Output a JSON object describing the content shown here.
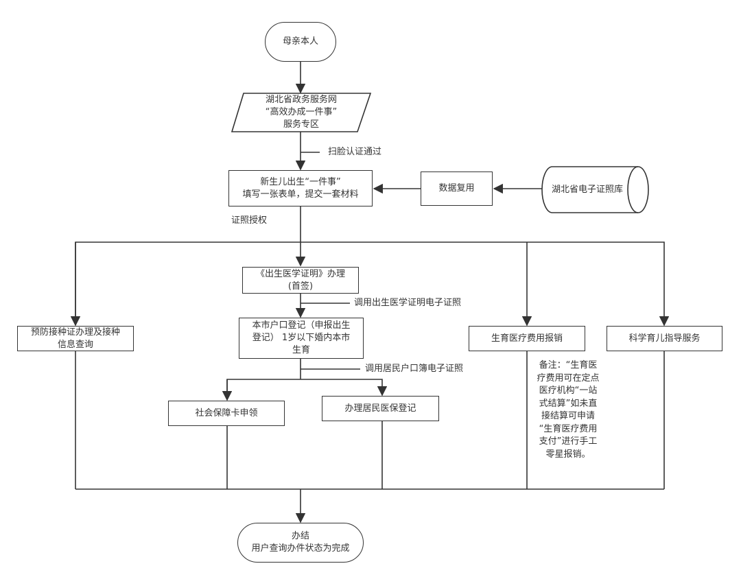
{
  "nodes": {
    "start": "母亲本人",
    "portal": [
      "湖北省政务服务网",
      "“高效办成一件事”",
      "服务专区"
    ],
    "form": [
      "新生儿出生“一件事”",
      "填写一张表单，提交一套材料"
    ],
    "reuse": "数据复用",
    "database": "湖北省电子证照库",
    "birth_cert": [
      "《出生医学证明》办理",
      "(首签)"
    ],
    "household": [
      "本市户口登记（申报出生",
      "登记） 1岁以下婚内本市",
      "生育"
    ],
    "social_card": "社会保障卡申领",
    "medical_insurance": "办理居民医保登记",
    "vaccination": [
      "预防接种证办理及接种",
      "信息查询"
    ],
    "maternity_reimburse": "生育医疗费用报销",
    "parenting": "科学育儿指导服务",
    "end": [
      "办结",
      "用户查询办件状态为完成"
    ]
  },
  "labels": {
    "face_auth": "扫脸认证通过",
    "cert_auth": "证照授权",
    "call_birth_cert": "调用出生医学证明电子证照",
    "call_household": "调用居民户口簿电子证照"
  },
  "note": [
    "备注：“生育医",
    "疗费用可在定点",
    "医疗机构“一站",
    "式结算”如未直",
    "接结算可申请",
    "“生育医疗费用",
    "支付”进行手工",
    "零星报销。"
  ]
}
